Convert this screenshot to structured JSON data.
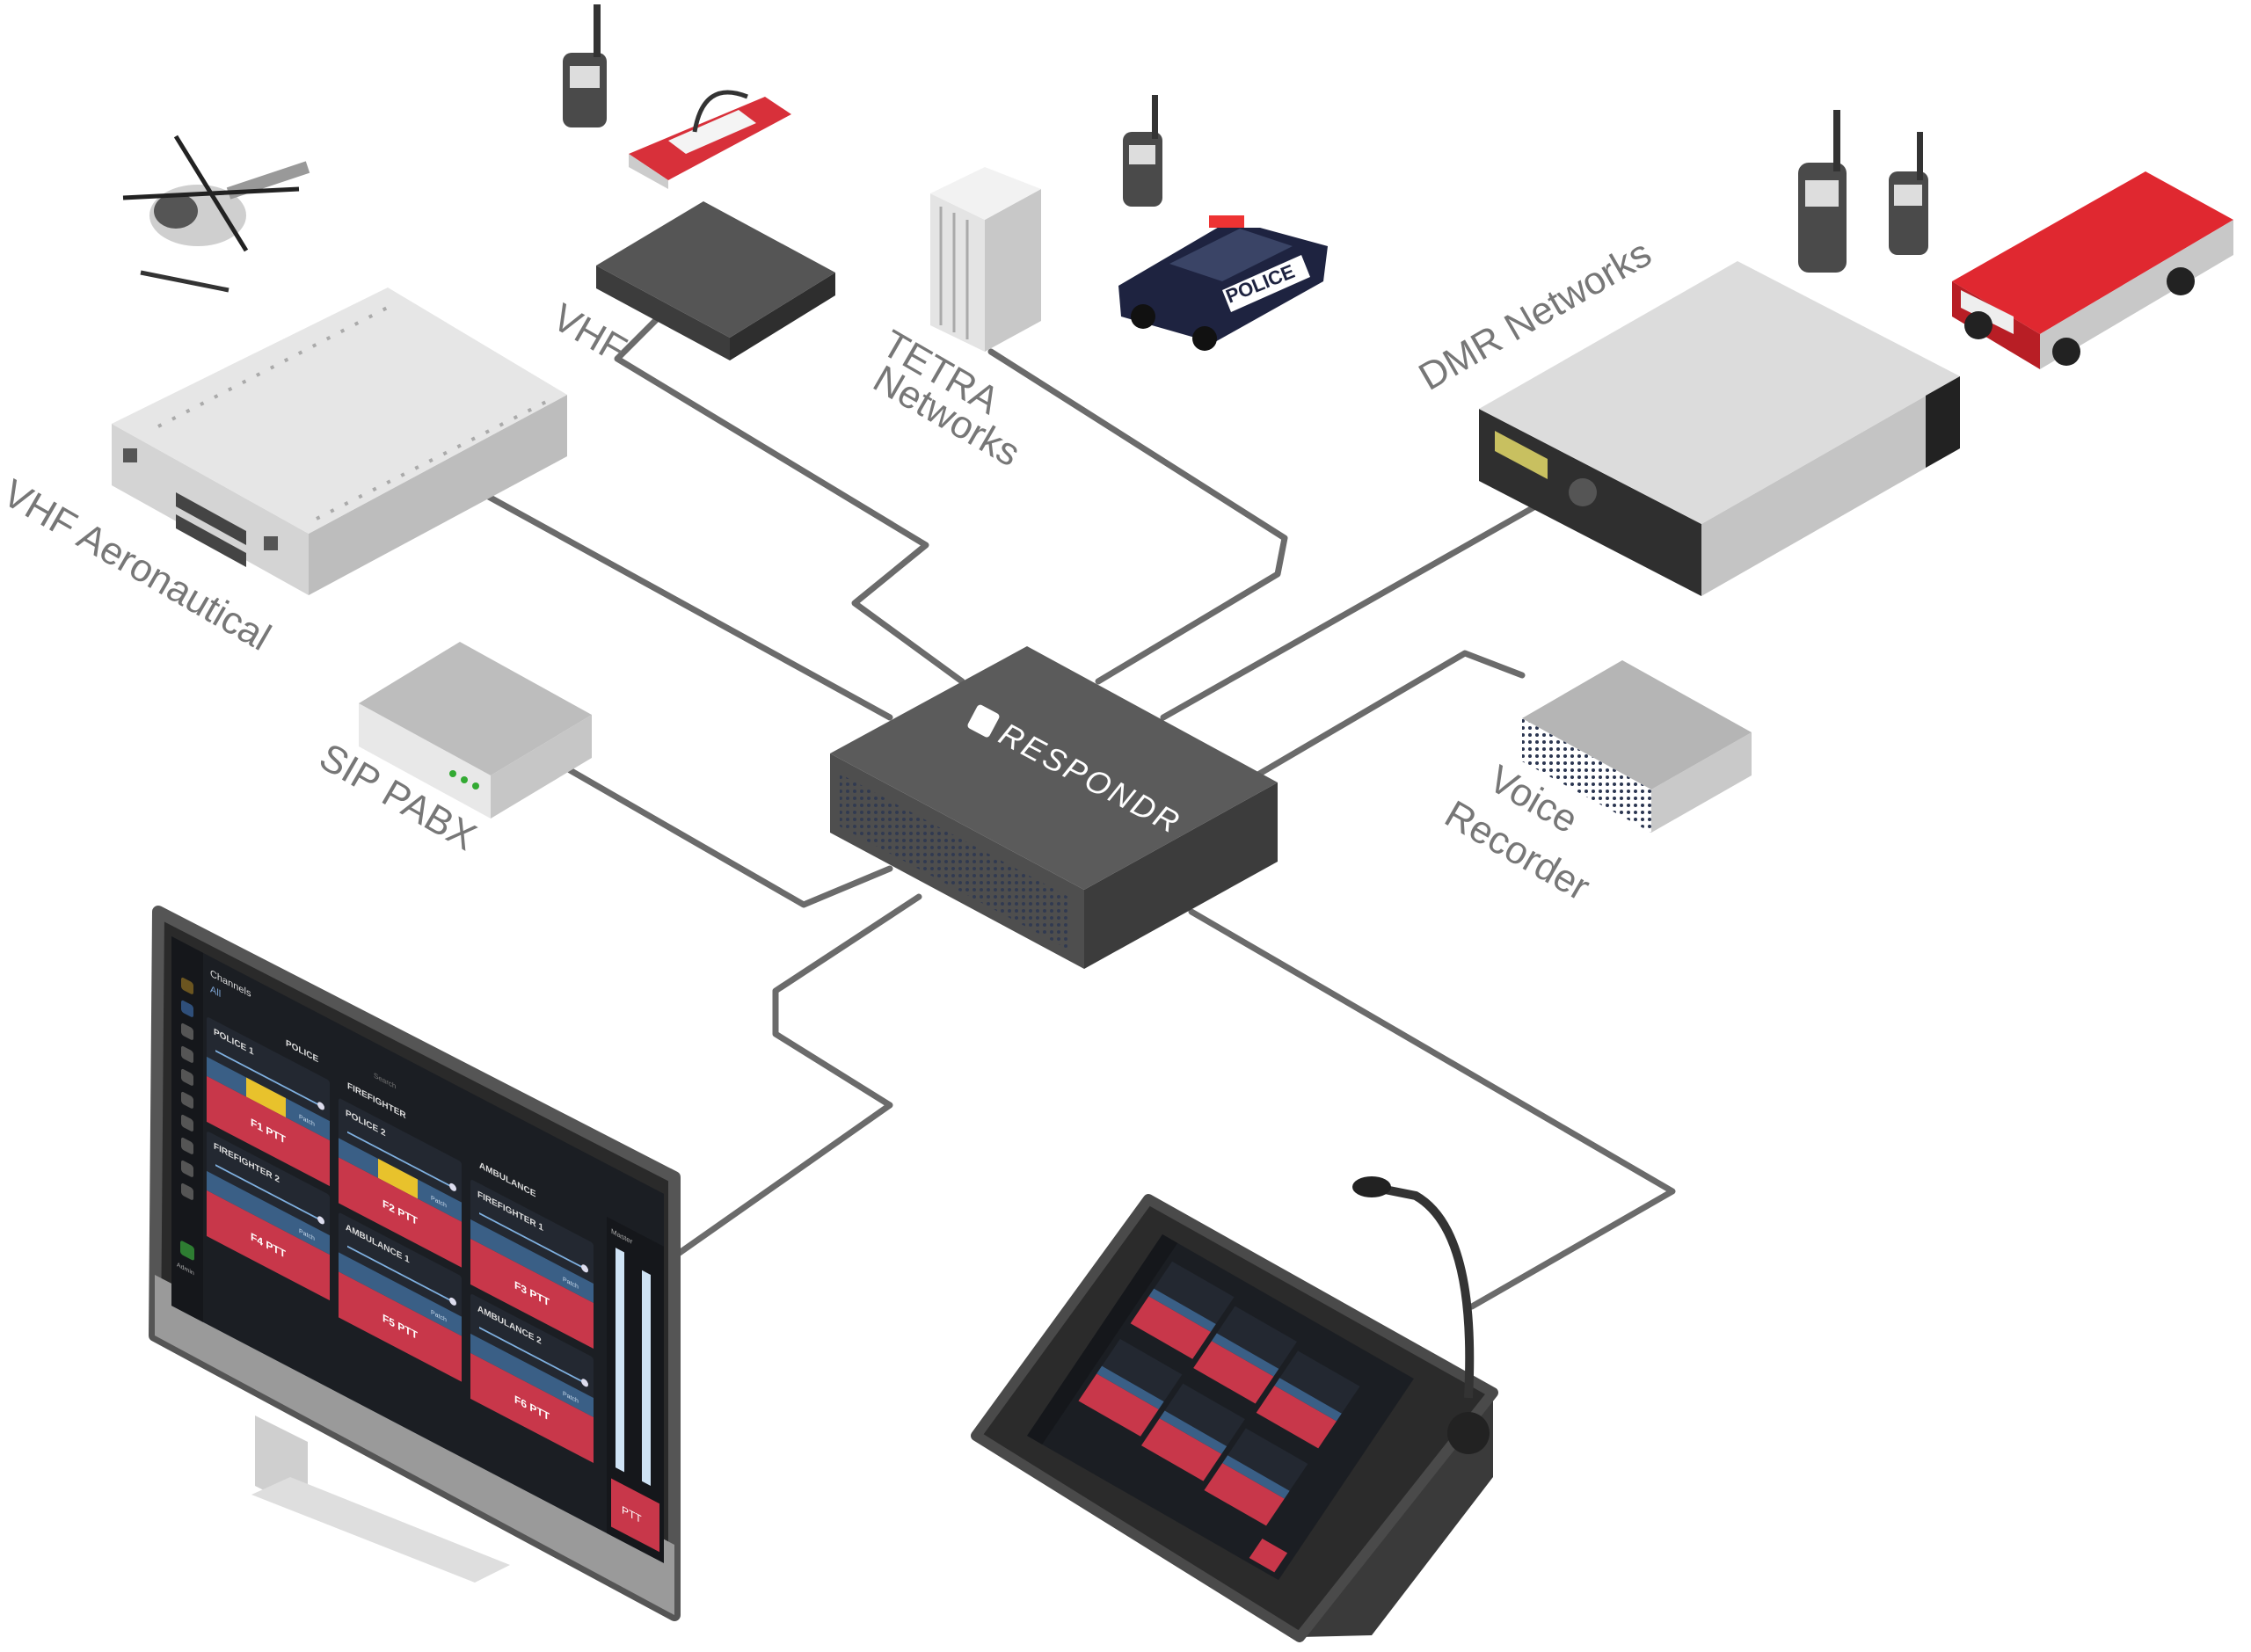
{
  "hub": {
    "brand": "RESPONDR"
  },
  "labels": {
    "vhf_aero": "VHF Aeronautical",
    "vhf": "VHF",
    "tetra_line1": "TETRA",
    "tetra_line2": "Networks",
    "dmr": "DMR Networks",
    "sip": "SIP PABX",
    "voice_line1": "Voice",
    "voice_line2": "Recorder"
  },
  "vehicles": {
    "police_car_text": "POLICE"
  },
  "monitor_app": {
    "title": "Channels",
    "tab_all": "All",
    "search_placeholder": "Search",
    "groups": [
      "POLICE",
      "FIREFIGHTER",
      "AMBULANCE"
    ],
    "columns": [
      [
        {
          "name": "POLICE 1",
          "ptt": "F1 PTT",
          "patch": "Patch",
          "active": true
        },
        {
          "name": "FIREFIGHTER 2",
          "ptt": "F4 PTT",
          "patch": "Patch",
          "active": false
        }
      ],
      [
        {
          "name": "POLICE 2",
          "ptt": "F2 PTT",
          "patch": "Patch",
          "active": true
        },
        {
          "name": "AMBULANCE 1",
          "ptt": "F5 PTT",
          "patch": "Patch",
          "active": false
        }
      ],
      [
        {
          "name": "FIREFIGHTER 1",
          "ptt": "F3 PTT",
          "patch": "Patch",
          "active": false
        },
        {
          "name": "AMBULANCE 2",
          "ptt": "F6 PTT",
          "patch": "Patch",
          "active": false
        }
      ]
    ],
    "master_label": "Master",
    "admin_label": "Admin",
    "ptt_label": "PTT"
  },
  "colors": {
    "ptt_red": "#c8374a",
    "strip_blue": "#3a5f86",
    "screen_bg": "#1b1e23",
    "card_bg": "#232831",
    "active_yellow": "#e8c22c",
    "link": "#6b6b6b"
  }
}
